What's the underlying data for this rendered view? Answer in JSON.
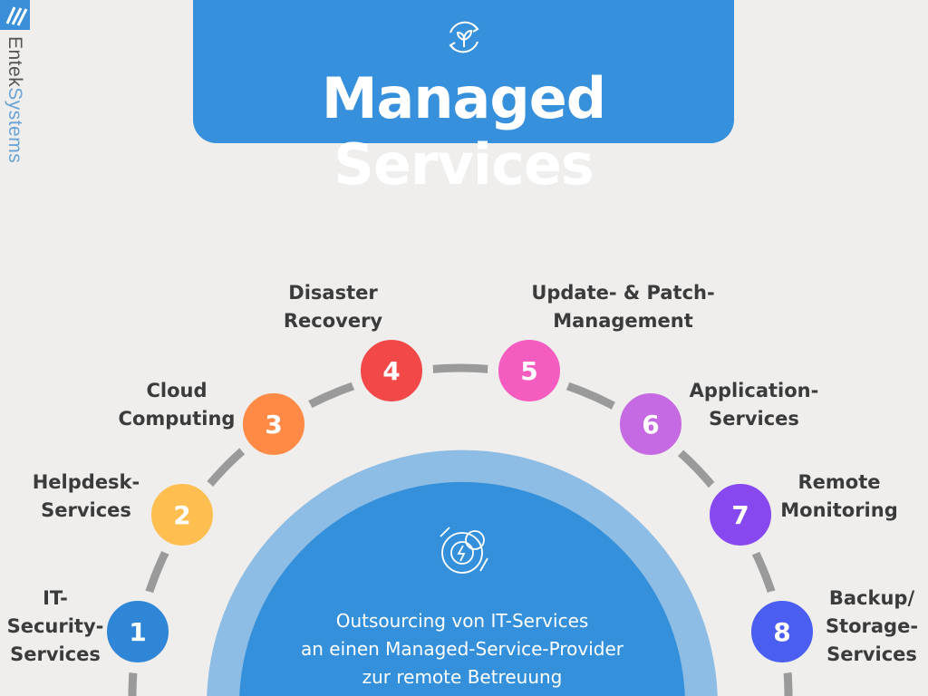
{
  "brand": {
    "name_part1": "Entek",
    "name_part2": "Systems"
  },
  "header": {
    "title": "Managed Services",
    "icon": "eco-recycle-icon"
  },
  "center": {
    "icon": "gear-lightbulb-icon",
    "lines": [
      "Outsourcing von IT-Services",
      "an einen Managed-Service-Provider",
      "zur remote Betreuung"
    ]
  },
  "nodes": [
    {
      "number": "1",
      "label": [
        "IT-",
        "Security-",
        "Services"
      ],
      "color": "#2f86d6"
    },
    {
      "number": "2",
      "label": [
        "Helpdesk-",
        "Services"
      ],
      "color": "#ffbe50"
    },
    {
      "number": "3",
      "label": [
        "Cloud",
        "Computing"
      ],
      "color": "#ff8a45"
    },
    {
      "number": "4",
      "label": [
        "Disaster",
        "Recovery"
      ],
      "color": "#f24848"
    },
    {
      "number": "5",
      "label": [
        "Update- & Patch-",
        "Management"
      ],
      "color": "#f45cc0"
    },
    {
      "number": "6",
      "label": [
        "Application-",
        "Services"
      ],
      "color": "#c56ae2"
    },
    {
      "number": "7",
      "label": [
        "Remote",
        "Monitoring"
      ],
      "color": "#8748f0"
    },
    {
      "number": "8",
      "label": [
        "Backup/",
        "Storage-",
        "Services"
      ],
      "color": "#4a5ef2"
    }
  ],
  "colors": {
    "accent": "#3790db",
    "arc": "#9a9a9a",
    "background": "#efeeec"
  }
}
